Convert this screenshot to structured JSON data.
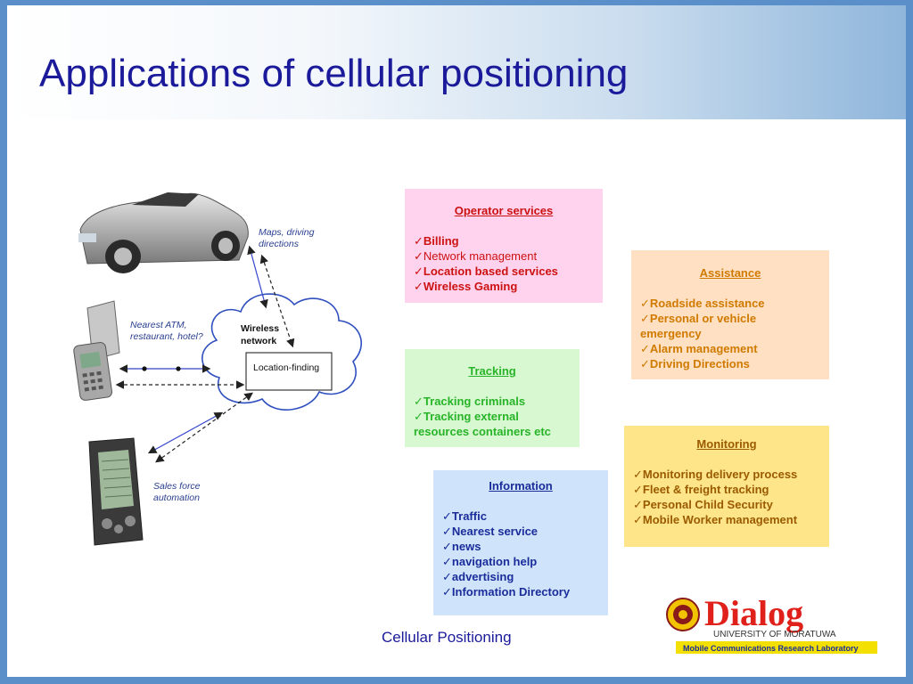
{
  "title": "Applications of cellular positioning",
  "footer": "Cellular Positioning",
  "diagram": {
    "maps_label_1": "Maps, driving",
    "maps_label_2": "directions",
    "atm_label_1": "Nearest ATM,",
    "atm_label_2": "restaurant, hotel?",
    "network_label_1": "Wireless",
    "network_label_2": "network",
    "location_finding": "Location-finding",
    "sales_label_1": "Sales force",
    "sales_label_2": "automation"
  },
  "boxes": {
    "operator": {
      "heading": "Operator services",
      "items": [
        "Billing",
        "Network management",
        "Location based services",
        "Wireless Gaming"
      ]
    },
    "assistance": {
      "heading": "Assistance",
      "items": [
        "Roadside assistance",
        "Personal or  vehicle emergency",
        "Alarm management",
        "Driving Directions"
      ]
    },
    "tracking": {
      "heading": "Tracking",
      "items": [
        "Tracking criminals",
        "Tracking external resources containers etc"
      ]
    },
    "monitoring": {
      "heading": "Monitoring",
      "items": [
        "Monitoring delivery process",
        "Fleet & freight tracking",
        "Personal Child Security",
        "Mobile Worker management"
      ]
    },
    "information": {
      "heading": "Information",
      "items": [
        "Traffic",
        "Nearest service",
        "news",
        "navigation help",
        "advertising",
        "Information Directory"
      ]
    }
  },
  "logo": {
    "brand": "Dialog",
    "university": "UNIVERSITY  OF  MORATUWA",
    "lab": "Mobile Communications Research Laboratory"
  },
  "colors": {
    "title": "#1a1a9a",
    "operator_text": "#cc1111",
    "assistance_text": "#d07a00",
    "tracking_text": "#28b428",
    "monitoring_text": "#9a5a00",
    "information_text": "#1a2c9a",
    "logo_red": "#e0201a"
  }
}
